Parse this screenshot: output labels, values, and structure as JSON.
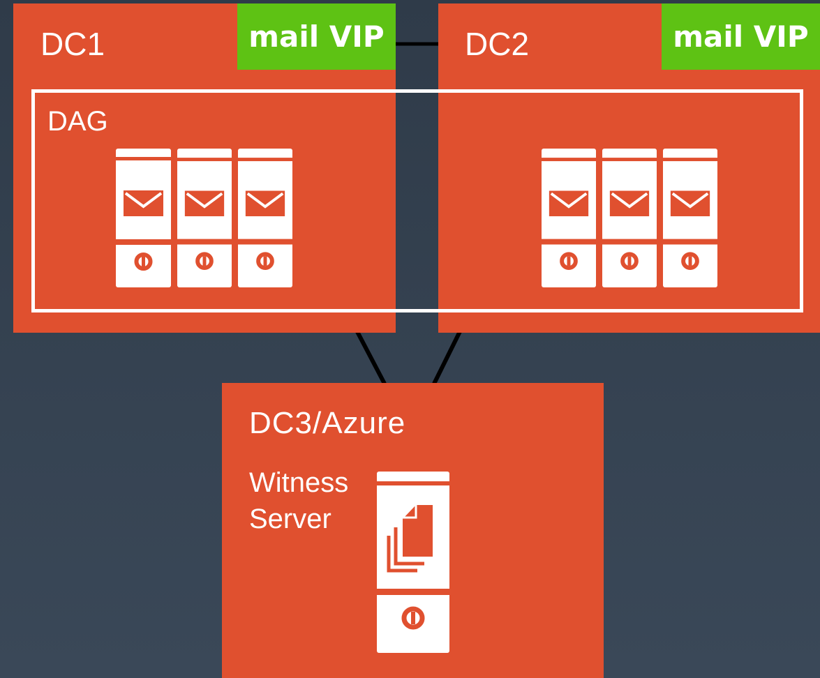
{
  "dc1": {
    "label": "DC1",
    "vip_label": "mail VIP"
  },
  "dc2": {
    "label": "DC2",
    "vip_label": "mail VIP"
  },
  "dag": {
    "label": "DAG"
  },
  "dc3": {
    "label": "DC3/Azure",
    "witness_label_line1": "Witness",
    "witness_label_line2": "Server"
  },
  "colors": {
    "datacenter": "#e0502f",
    "vip": "#5ec214",
    "background": "#35414f"
  },
  "icons": {
    "mailbox_server": "mail-server-icon",
    "witness_server": "file-share-witness-icon"
  }
}
